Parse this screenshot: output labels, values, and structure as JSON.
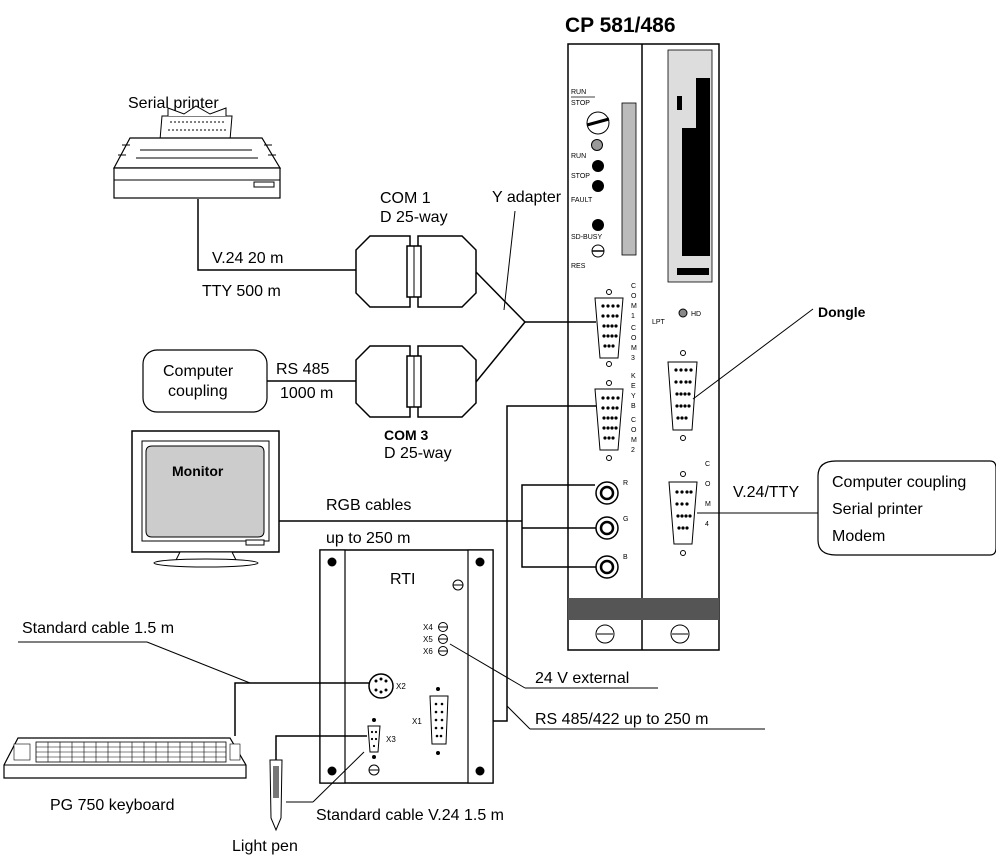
{
  "title": "CP 581/486",
  "printer": {
    "label": "Serial printer"
  },
  "cable_printer": {
    "line1": "V.24   20  m",
    "line2": "TTY   500  m"
  },
  "com1": {
    "line1": "COM  1",
    "line2": "D  25-way"
  },
  "y_adapter": "Y  adapter",
  "computer_coupling": {
    "line1": "Computer",
    "line2": "coupling"
  },
  "rs485": {
    "line1": "RS  485",
    "line2": "1000  m"
  },
  "com3": {
    "line1": "COM  3",
    "line2": "D  25-way"
  },
  "monitor": "Monitor",
  "rgb": {
    "line1": "RGB  cables",
    "line2": "up  to  250  m"
  },
  "rti": "RTI",
  "ports": {
    "x1": "X1",
    "x2": "X2",
    "x3": "X3",
    "x4": "X4",
    "x5": "X5",
    "x6": "X6"
  },
  "standard_cable": "Standard  cable      1.5  m",
  "standard_cable_v24": "Standard  cable  V.24       1.5  m",
  "keyboard": "PG  750  keyboard",
  "light_pen": "Light  pen",
  "ext_24v": "24  V  external",
  "rs485_422": "RS  485/422  up  to  250  m",
  "dongle": "Dongle",
  "v24tty": "V.24/TTY",
  "right_box": {
    "line1": "Computer coupling",
    "line2": "Serial printer",
    "line3": "Modem"
  },
  "module": {
    "run_stop": "RUN",
    "stop_lbl": "STOP",
    "run": "RUN",
    "stop": "STOP",
    "fault": "FAULT",
    "sd_busy": "SD-BUSY",
    "res": "RES",
    "hd": "HD",
    "lpt": "LPT",
    "com1_v": [
      "C",
      "O",
      "M",
      "1"
    ],
    "com3_v": [
      "C",
      "O",
      "M",
      "3"
    ],
    "keyb_v": [
      "K",
      "E",
      "Y",
      "B"
    ],
    "com2_v": [
      "C",
      "O",
      "M",
      "2"
    ],
    "com4_v": [
      "C",
      "O",
      "M",
      "4"
    ],
    "r": "R",
    "g": "G",
    "b": "B"
  }
}
